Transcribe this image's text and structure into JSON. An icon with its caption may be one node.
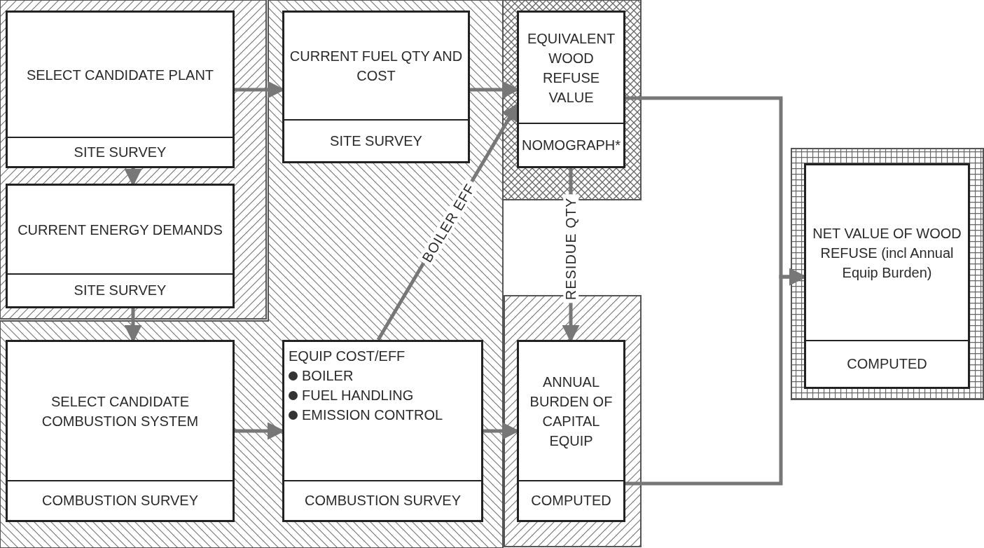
{
  "diagram": {
    "nodes": [
      {
        "text": [
          "SELECT CANDIDATE PLANT",
          "SITE SURVEY"
        ]
      },
      {
        "text": [
          "CURRENT FUEL QTY AND COST",
          "SITE SURVEY"
        ]
      },
      {
        "text": [
          "EQUIVALENT WOOD REFUSE VALUE",
          "NOMOGRAPH*"
        ]
      },
      {
        "text": [
          "CURRENT ENERGY DEMANDS",
          "SITE SURVEY"
        ]
      },
      {
        "text": [
          "NET VALUE OF WOOD REFUSE (incl Annual Equip Burden)",
          "COMPUTED"
        ]
      },
      {
        "text": [
          "SELECT CANDIDATE COMBUSTION SYSTEM",
          "COMBUSTION SURVEY"
        ]
      },
      {
        "text": [
          "EQUIP COST/EFF",
          "BOILER",
          "FUEL HANDLING",
          "EMISSION CONTROL",
          "COMBUSTION SURVEY"
        ]
      },
      {
        "text": [
          "ANNUAL BURDEN OF CAPITAL EQUIP",
          "COMPUTED"
        ]
      }
    ],
    "edges": [
      {
        "from": 0,
        "to": 1,
        "arrow": "to"
      },
      {
        "from": 1,
        "to": 2,
        "arrow": "to"
      },
      {
        "from": 0,
        "to": 3,
        "arrow": "to"
      },
      {
        "from": 3,
        "to": 5,
        "arrow": "to"
      },
      {
        "from": 5,
        "to": 6,
        "arrow": "to"
      },
      {
        "from": 6,
        "to": 7,
        "arrow": "to"
      },
      {
        "from": 6,
        "to": 2,
        "label": "BOILER EFF",
        "arrow": "to"
      },
      {
        "from": 2,
        "to": 7,
        "label": "RESIDUE QTY",
        "arrow": "to"
      },
      {
        "from": 2,
        "to": 4,
        "arrow": "to"
      },
      {
        "from": 7,
        "to": 4,
        "arrow": "to"
      }
    ]
  }
}
